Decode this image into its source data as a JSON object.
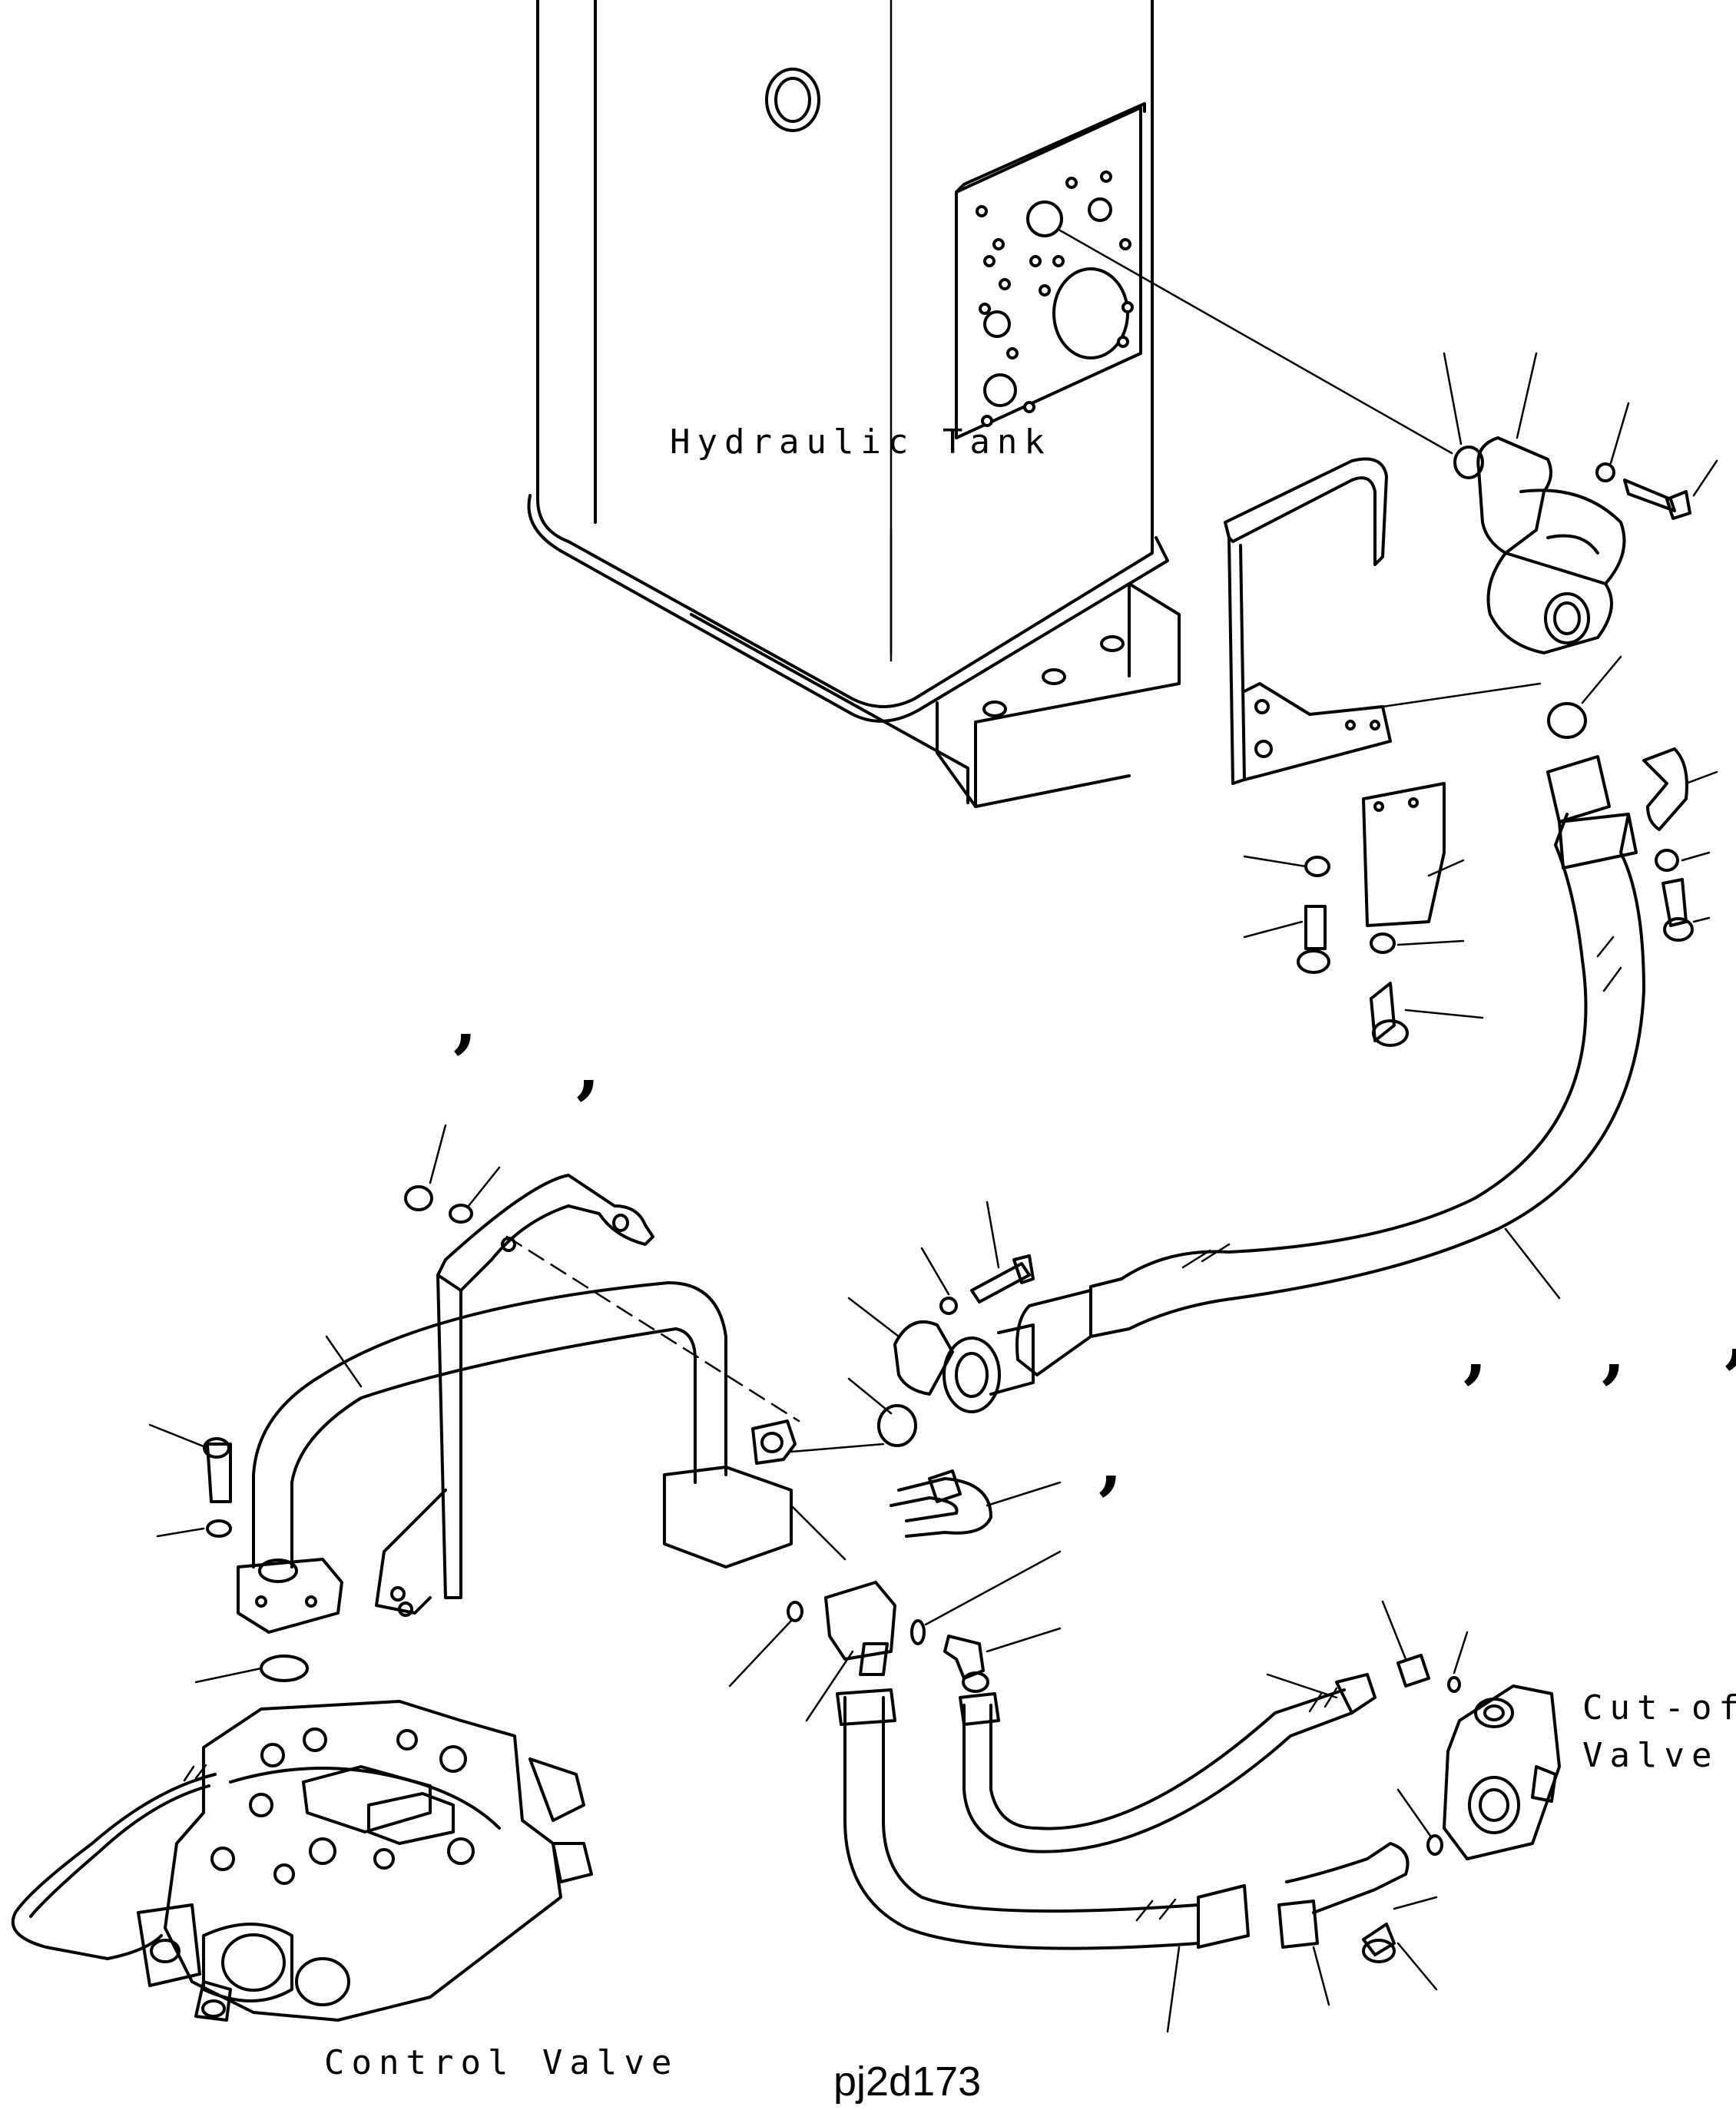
{
  "labels": {
    "hydraulic_tank": "Hydraulic Tank",
    "cutoff_valve_line1": "Cut-off",
    "cutoff_valve_line2": "Valve",
    "control_valve": "Control Valve",
    "drawing_number": "pj2d173"
  },
  "colors": {
    "line": "#000000",
    "background": "#ffffff"
  }
}
